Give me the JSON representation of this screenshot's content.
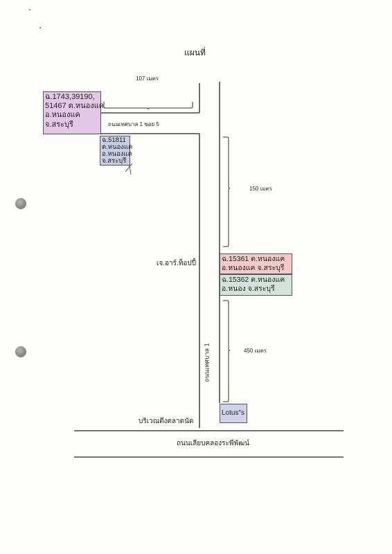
{
  "map": {
    "title": "แผนที่",
    "colors": {
      "line": "#222222",
      "parcel_purple": "#e4c6e6",
      "parcel_blue": "#c8cfe4",
      "parcel_pink": "#f3caca",
      "parcel_green": "#d3e4dc",
      "lotus": "#cfd4ec"
    }
  },
  "labels": {
    "dist_top": "107 เมตร",
    "road_soi": "ถนนเทศบาล 1 ซอย 5",
    "dist_150": "150 เมตร",
    "dist_450": "450 เมตร",
    "jr_topup": "เจ.อาร์.ท็อปปี้",
    "road_1": "ถนนเทศบาล 1",
    "market": "บริเวณตึงตลาดนัด",
    "road_bottom": "ถนนเลียบคลองระพีพัฒน์",
    "lotus": "Lotus\"s"
  },
  "parcels": {
    "p1": [
      "ฉ.1743,39190,",
      "51467 ต.หนองแค",
      "อ.หนองแค",
      "จ.สระบุรี"
    ],
    "p2": [
      "ฉ.51811",
      "ต.หนองแค",
      "อ.หนองแค",
      "จ.สระบุรี"
    ],
    "p3": [
      "ฉ.15361 ต.หนองแค",
      "อ.หนองแค จ.สระบุรี"
    ],
    "p4": [
      "ฉ.15362 ต.หนองแค",
      "อ.หนอง จ.สระบุรี"
    ]
  }
}
